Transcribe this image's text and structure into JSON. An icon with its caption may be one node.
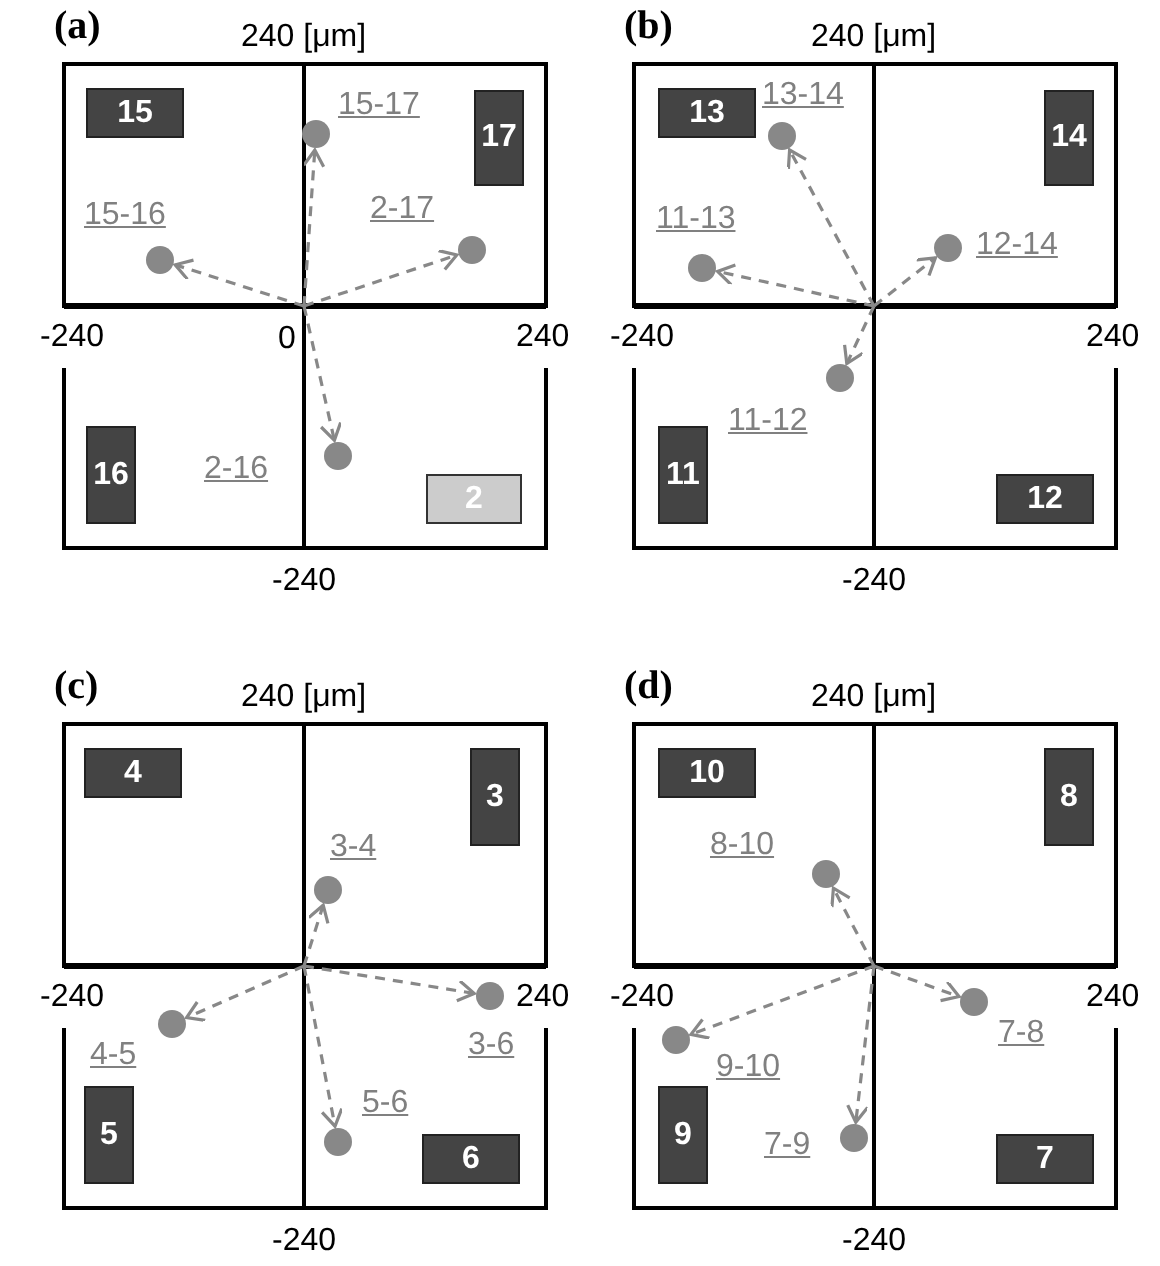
{
  "diagram": {
    "nodes": [
      {
        "text": [
          "(a)"
        ]
      },
      {
        "text": [
          "15"
        ],
        "in": 0
      },
      {
        "text": [],
        "shape": "circle",
        "beside": [
          "15-17"
        ],
        "in": 0
      },
      {
        "text": [
          "17"
        ],
        "in": 0
      },
      {
        "text": [],
        "shape": "circle",
        "beside": [
          "15-16"
        ],
        "in": 0
      },
      {
        "text": [],
        "shape": "circle",
        "beside": [
          "2-17"
        ],
        "in": 0
      },
      {
        "text": [
          "16"
        ],
        "in": 0
      },
      {
        "text": [],
        "shape": "circle",
        "beside": [
          "2-16"
        ],
        "in": 0
      },
      {
        "text": [
          "2"
        ],
        "in": 0
      },
      {
        "text": [
          "(b)"
        ]
      },
      {
        "text": [
          "13"
        ],
        "in": 9
      },
      {
        "text": [],
        "shape": "circle",
        "beside": [
          "13-14"
        ],
        "in": 9
      },
      {
        "text": [
          "14"
        ],
        "in": 9
      },
      {
        "text": [],
        "shape": "circle",
        "beside": [
          "11-13"
        ],
        "in": 9
      },
      {
        "text": [],
        "shape": "circle",
        "beside": [
          "12-14"
        ],
        "in": 9
      },
      {
        "text": [],
        "shape": "circle",
        "beside": [
          "11-12"
        ],
        "in": 9
      },
      {
        "text": [
          "11"
        ],
        "in": 9
      },
      {
        "text": [
          "12"
        ],
        "in": 9
      },
      {
        "text": [
          "(c)"
        ]
      },
      {
        "text": [
          "4"
        ],
        "in": 18
      },
      {
        "text": [
          "3"
        ],
        "in": 18
      },
      {
        "text": [],
        "shape": "circle",
        "beside": [
          "3-4"
        ],
        "in": 18
      },
      {
        "text": [],
        "shape": "circle",
        "beside": [
          "3-6"
        ],
        "in": 18
      },
      {
        "text": [],
        "shape": "circle",
        "beside": [
          "4-5"
        ],
        "in": 18
      },
      {
        "text": [
          "5"
        ],
        "in": 18
      },
      {
        "text": [],
        "shape": "circle",
        "beside": [
          "5-6"
        ],
        "in": 18
      },
      {
        "text": [
          "6"
        ],
        "in": 18
      },
      {
        "text": [
          "(d)"
        ]
      },
      {
        "text": [
          "10"
        ],
        "in": 27
      },
      {
        "text": [
          "8"
        ],
        "in": 27
      },
      {
        "text": [],
        "shape": "circle",
        "beside": [
          "8-10"
        ],
        "in": 27
      },
      {
        "text": [],
        "shape": "circle",
        "beside": [
          "7-8"
        ],
        "in": 27
      },
      {
        "text": [],
        "shape": "circle",
        "beside": [
          "9-10"
        ],
        "in": 27
      },
      {
        "text": [
          "9"
        ],
        "in": 27
      },
      {
        "text": [],
        "shape": "circle",
        "beside": [
          "7-9"
        ],
        "in": 27
      },
      {
        "text": [
          "7"
        ],
        "in": 27
      }
    ],
    "edges": [
      {
        "from": null,
        "to": 2,
        "arrow": "to",
        "style": "dashed"
      },
      {
        "from": null,
        "to": 4,
        "arrow": "to",
        "style": "dashed"
      },
      {
        "from": null,
        "to": 5,
        "arrow": "to",
        "style": "dashed"
      },
      {
        "from": null,
        "to": 7,
        "arrow": "to",
        "style": "dashed"
      },
      {
        "from": null,
        "to": 11,
        "arrow": "to",
        "style": "dashed"
      },
      {
        "from": null,
        "to": 13,
        "arrow": "to",
        "style": "dashed"
      },
      {
        "from": null,
        "to": 14,
        "arrow": "to",
        "style": "dashed"
      },
      {
        "from": null,
        "to": 15,
        "arrow": "to",
        "style": "dashed"
      },
      {
        "from": null,
        "to": 21,
        "arrow": "to",
        "style": "dashed"
      },
      {
        "from": null,
        "to": 22,
        "arrow": "to",
        "style": "dashed"
      },
      {
        "from": null,
        "to": 23,
        "arrow": "to",
        "style": "dashed"
      },
      {
        "from": null,
        "to": 25,
        "arrow": "to",
        "style": "dashed"
      },
      {
        "from": null,
        "to": 30,
        "arrow": "to",
        "style": "dashed"
      },
      {
        "from": null,
        "to": 31,
        "arrow": "to",
        "style": "dashed"
      },
      {
        "from": null,
        "to": 32,
        "arrow": "to",
        "style": "dashed"
      },
      {
        "from": null,
        "to": 34,
        "arrow": "to",
        "style": "dashed"
      }
    ],
    "labels": [
      "240 [μm]",
      "-240",
      "0",
      "240",
      "-240",
      "240 [μm]",
      "-240",
      "240",
      "-240",
      "240 [μm]",
      "-240",
      "240",
      "-240",
      "240 [μm]",
      "-240",
      "240",
      "-240"
    ]
  }
}
